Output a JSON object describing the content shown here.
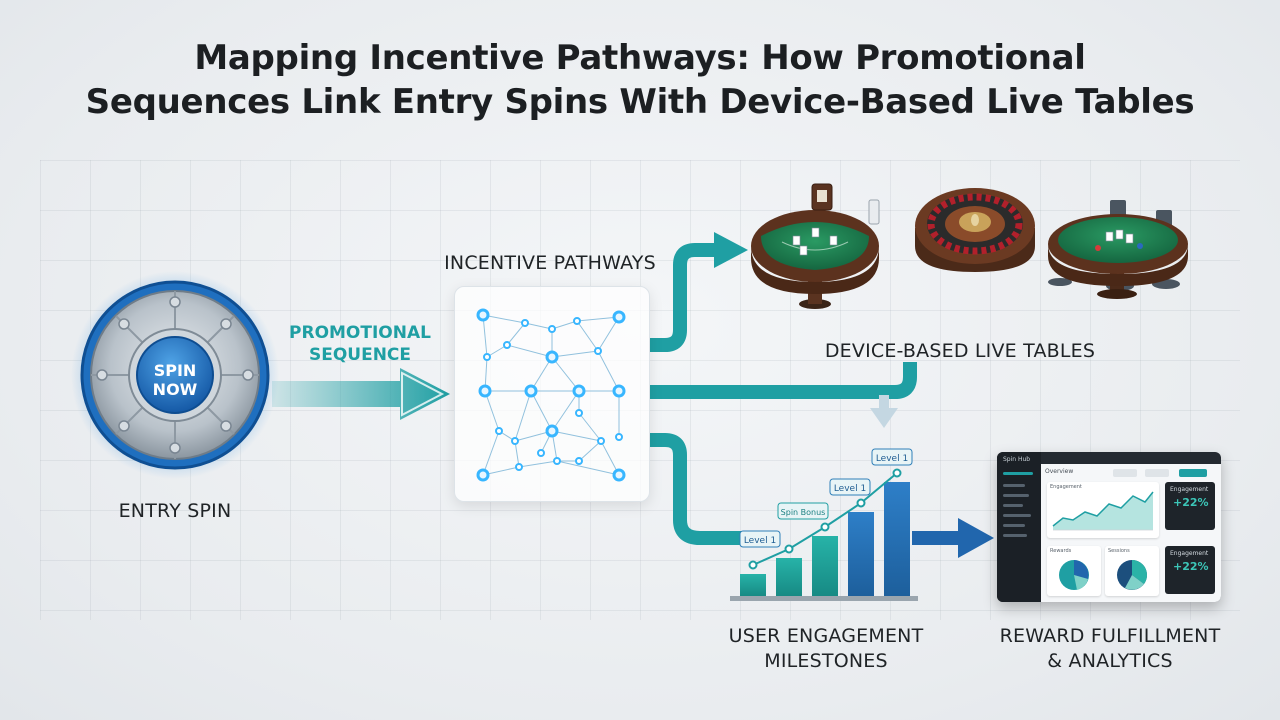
{
  "title": {
    "line1": "Mapping Incentive Pathways: How Promotional",
    "line2": "Sequences Link Entry Spins With Device-Based Live Tables"
  },
  "entry": {
    "button_line1": "SPIN",
    "button_line2": "NOW",
    "label": "ENTRY SPIN"
  },
  "promo": {
    "line1": "PROMOTIONAL",
    "line2": "SEQUENCE"
  },
  "pathways": {
    "label": "INCENTIVE PATHWAYS"
  },
  "tables": {
    "label": "DEVICE-BASED LIVE TABLES"
  },
  "milestones": {
    "label_line1": "USER ENGAGEMENT",
    "label_line2": "MILESTONES",
    "tags": [
      "Level 1",
      "Spin Bonus",
      "Level 1",
      "Level 1"
    ]
  },
  "analytics": {
    "label_line1": "REWARD FULFILLMENT",
    "label_line2": "& ANALYTICS",
    "dashboard": {
      "brand": "Spin Hub",
      "header": "Overview",
      "card_title": "Engagement",
      "kpi_title": "Engagement",
      "kpi_value_1": "+22%",
      "kpi_value_2": "+22%",
      "pie_title_1": "Rewards",
      "pie_title_2": "Sessions"
    }
  },
  "colors": {
    "teal": "#1f9fa3",
    "blue": "#2166ad",
    "felt": "#1d7a4f",
    "wood": "#6b3a22",
    "node": "#38b6ff"
  }
}
